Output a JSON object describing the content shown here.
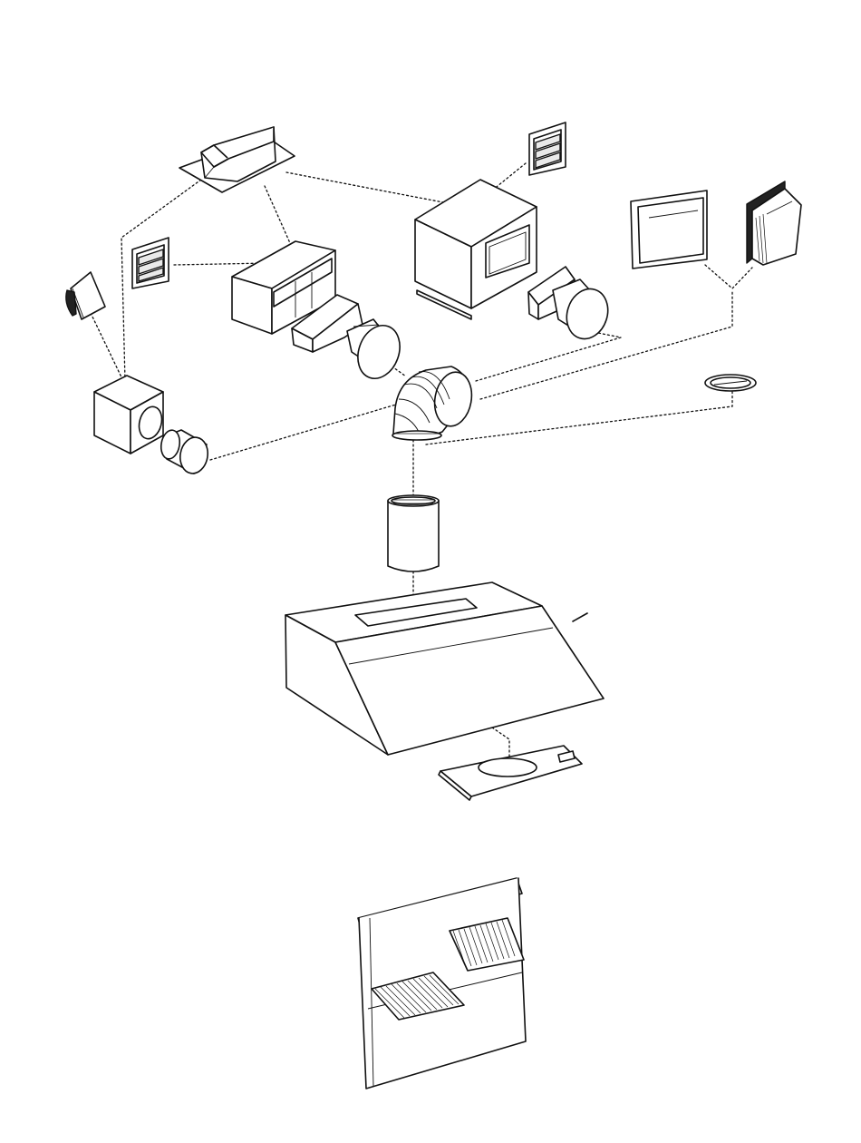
{
  "diagram": {
    "palette": {
      "line": "#111111",
      "fill": "#ffffff",
      "shade": "#222222",
      "light_shade": "#e9e9e9"
    },
    "parts": [
      "roof-cap",
      "louvered-wall-cap-top",
      "louvered-wall-cap-left",
      "wall-cap-side-left",
      "rectangular-duct",
      "duct-transition-rect-to-round",
      "square-duct-box",
      "round-duct-short",
      "elbow-duct-round",
      "damper-disc",
      "round-duct-vertical",
      "range-hood",
      "filter-panel",
      "large-duct-box",
      "duct-transition-right",
      "wall-cap-square",
      "wall-cap-louvered-right",
      "back-panel-with-filters"
    ]
  }
}
